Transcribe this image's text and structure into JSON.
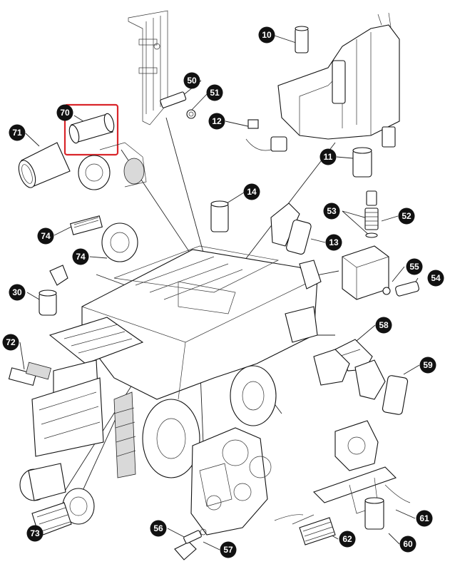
{
  "callouts": [
    {
      "id": "10",
      "label": "10"
    },
    {
      "id": "50",
      "label": "50"
    },
    {
      "id": "51",
      "label": "51"
    },
    {
      "id": "12",
      "label": "12"
    },
    {
      "id": "70",
      "label": "70"
    },
    {
      "id": "71",
      "label": "71"
    },
    {
      "id": "11",
      "label": "11"
    },
    {
      "id": "14",
      "label": "14"
    },
    {
      "id": "53",
      "label": "53"
    },
    {
      "id": "52",
      "label": "52"
    },
    {
      "id": "74a",
      "label": "74"
    },
    {
      "id": "74b",
      "label": "74"
    },
    {
      "id": "13",
      "label": "13"
    },
    {
      "id": "55",
      "label": "55"
    },
    {
      "id": "54",
      "label": "54"
    },
    {
      "id": "30",
      "label": "30"
    },
    {
      "id": "58",
      "label": "58"
    },
    {
      "id": "72",
      "label": "72"
    },
    {
      "id": "59",
      "label": "59"
    },
    {
      "id": "73",
      "label": "73"
    },
    {
      "id": "56",
      "label": "56"
    },
    {
      "id": "61",
      "label": "61"
    },
    {
      "id": "62",
      "label": "62"
    },
    {
      "id": "57",
      "label": "57"
    },
    {
      "id": "60",
      "label": "60"
    }
  ],
  "highlight": {
    "callout": "70",
    "color": "#d9252a"
  },
  "colors": {
    "badge": "#111111",
    "badge_text": "#ffffff",
    "line": "#222222"
  }
}
